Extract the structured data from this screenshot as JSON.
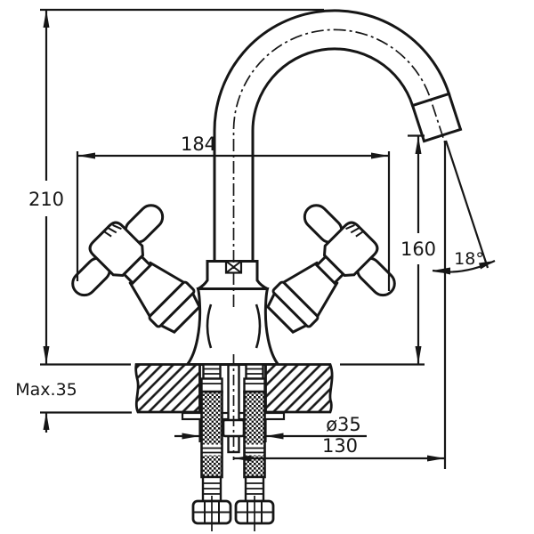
{
  "page": {
    "background": "#ffffff"
  },
  "drawing": {
    "subject": "two-handle basin mixer faucet - front elevation with deck cross-section",
    "line_color": "#161616",
    "labels": {
      "overall_height": "210",
      "handle_span": "184",
      "spout_outlet_height": "160",
      "spout_angle": "18°",
      "deck_thickness": "Max.35",
      "hole_diameter": "ø35",
      "spout_reach": "130"
    }
  }
}
